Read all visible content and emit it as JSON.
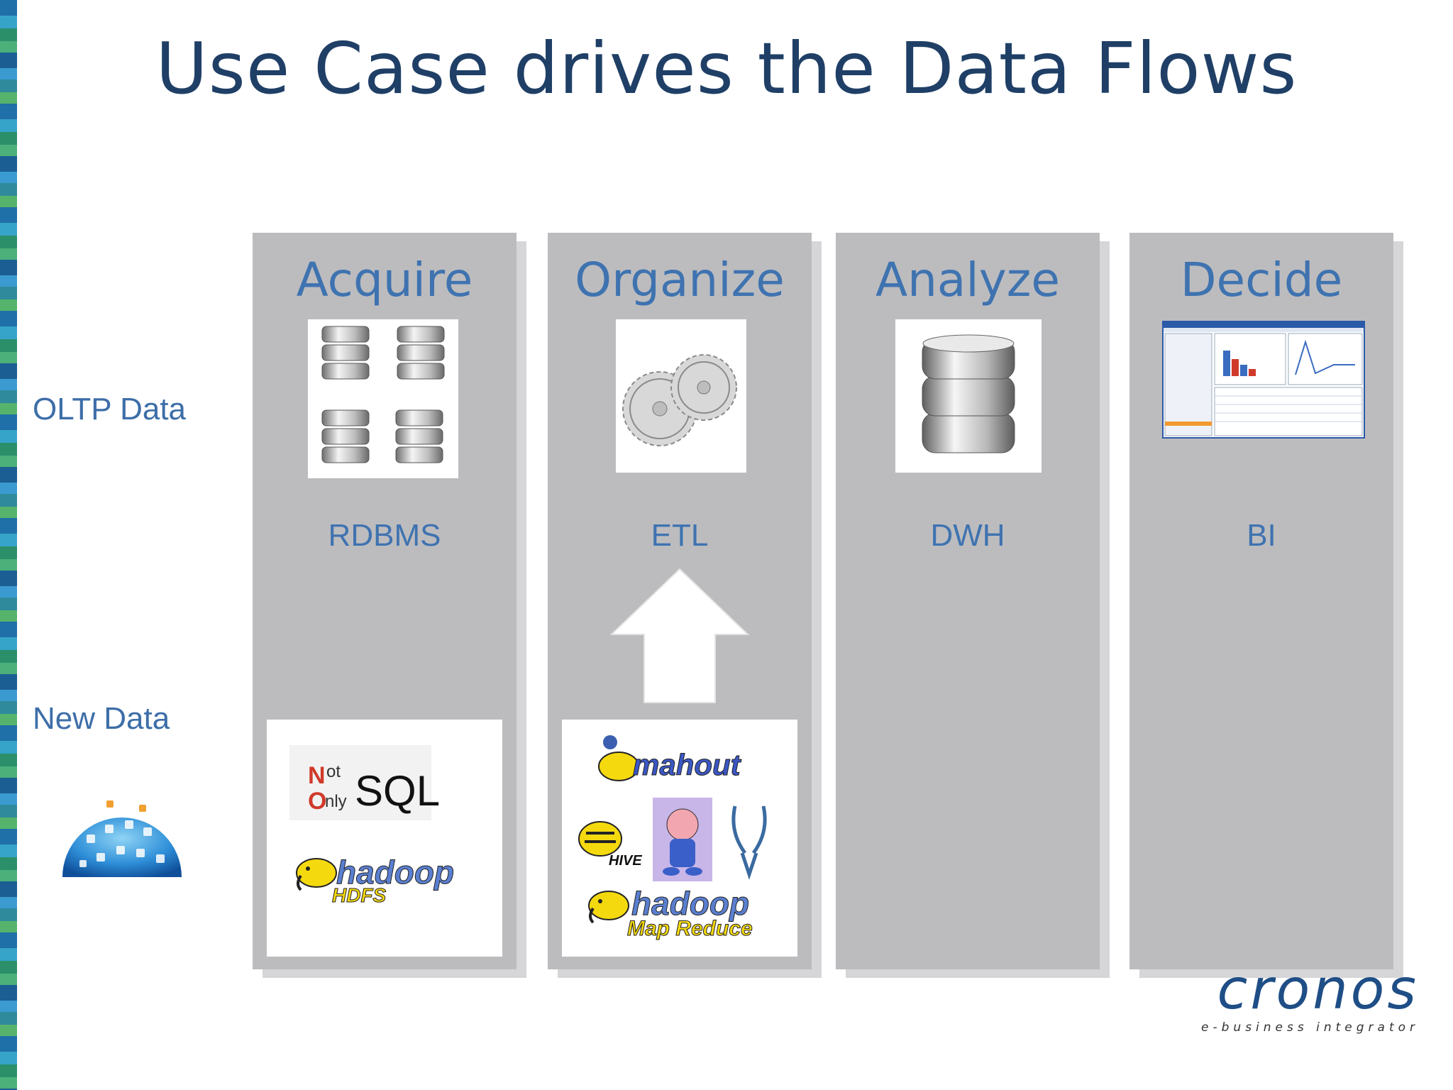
{
  "title": "Use Case drives the Data Flows",
  "row_labels": {
    "oltp": "OLTP Data",
    "new": "New Data"
  },
  "columns": [
    {
      "heading": "Acquire",
      "sub": "RDBMS"
    },
    {
      "heading": "Organize",
      "sub": "ETL"
    },
    {
      "heading": "Analyze",
      "sub": "DWH"
    },
    {
      "heading": "Decide",
      "sub": "BI"
    }
  ],
  "nosql": {
    "n": "N",
    "ot": "ot",
    "o": "O",
    "nly": "nly",
    "sql": "SQL"
  },
  "logos": {
    "hadoop_hdfs": [
      "hadoop",
      "HDFS"
    ],
    "mahout": "mahout",
    "hive": "HIVE",
    "hadoop_mapreduce": [
      "hadoop",
      "Map Reduce"
    ]
  },
  "brand": {
    "name": "cronos",
    "tagline": "e-business integrator"
  },
  "colors": {
    "title": "#1f3f66",
    "heading": "#3f73b0",
    "column": "#bcbcbf",
    "brand": "#1f4e86"
  }
}
